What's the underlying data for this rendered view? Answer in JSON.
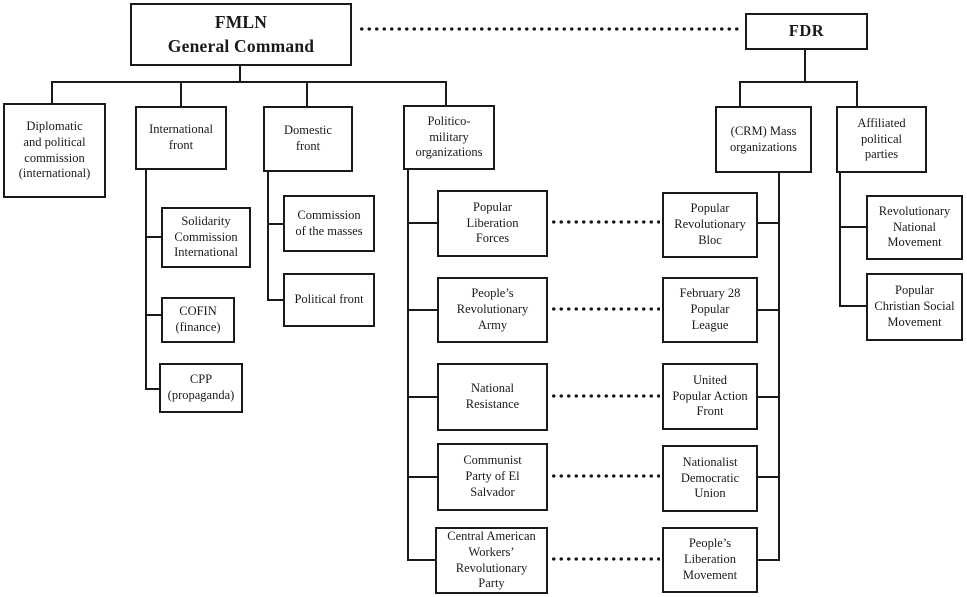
{
  "diagram": {
    "type": "organizational-chart",
    "colors": {
      "line": "#1a1a1a",
      "text": "#1a1a1a",
      "background": "#ffffff"
    }
  },
  "nodes": {
    "fmln": {
      "label": "FMLN\nGeneral Command"
    },
    "fdr": {
      "label": "FDR"
    },
    "diplomatic": {
      "label": "Diplomatic\nand political\ncommission\n(international)"
    },
    "international_front": {
      "label": "International\nfront"
    },
    "domestic_front": {
      "label": "Domestic\nfront"
    },
    "politico_military": {
      "label": "Politico-\nmilitary\norganizations"
    },
    "crm_mass": {
      "label": "(CRM) Mass\norganizations"
    },
    "affiliated_parties": {
      "label": "Affiliated\npolitical\nparties"
    },
    "solidarity": {
      "label": "Solidarity\nCommission\nInternational"
    },
    "cofin": {
      "label": "COFIN\n(finance)"
    },
    "cpp": {
      "label": "CPP\n(propaganda)"
    },
    "commission_masses": {
      "label": "Commission\nof the masses"
    },
    "political_front": {
      "label": "Political front"
    },
    "popular_liberation_forces": {
      "label": "Popular\nLiberation\nForces"
    },
    "peoples_revolutionary_army": {
      "label": "People’s\nRevolutionary\nArmy"
    },
    "national_resistance": {
      "label": "National\nResistance"
    },
    "communist_party": {
      "label": "Communist\nParty of El\nSalvador"
    },
    "central_american_workers": {
      "label": "Central American\nWorkers’\nRevolutionary\nParty"
    },
    "popular_revolutionary_bloc": {
      "label": "Popular\nRevolutionary\nBloc"
    },
    "february_28_league": {
      "label": "February 28\nPopular\nLeague"
    },
    "united_popular_action_front": {
      "label": "United\nPopular Action\nFront"
    },
    "nationalist_democratic_union": {
      "label": "Nationalist\nDemocratic\nUnion"
    },
    "peoples_liberation_movement": {
      "label": "People’s\nLiberation\nMovement"
    },
    "revolutionary_national_movement": {
      "label": "Revolutionary\nNational\nMovement"
    },
    "popular_christian_social_movement": {
      "label": "Popular\nChristian Social\nMovement"
    }
  },
  "dotted_links": [
    [
      "fmln",
      "fdr"
    ],
    [
      "popular_liberation_forces",
      "popular_revolutionary_bloc"
    ],
    [
      "peoples_revolutionary_army",
      "february_28_league"
    ],
    [
      "national_resistance",
      "united_popular_action_front"
    ],
    [
      "communist_party",
      "nationalist_democratic_union"
    ],
    [
      "central_american_workers",
      "peoples_liberation_movement"
    ]
  ]
}
